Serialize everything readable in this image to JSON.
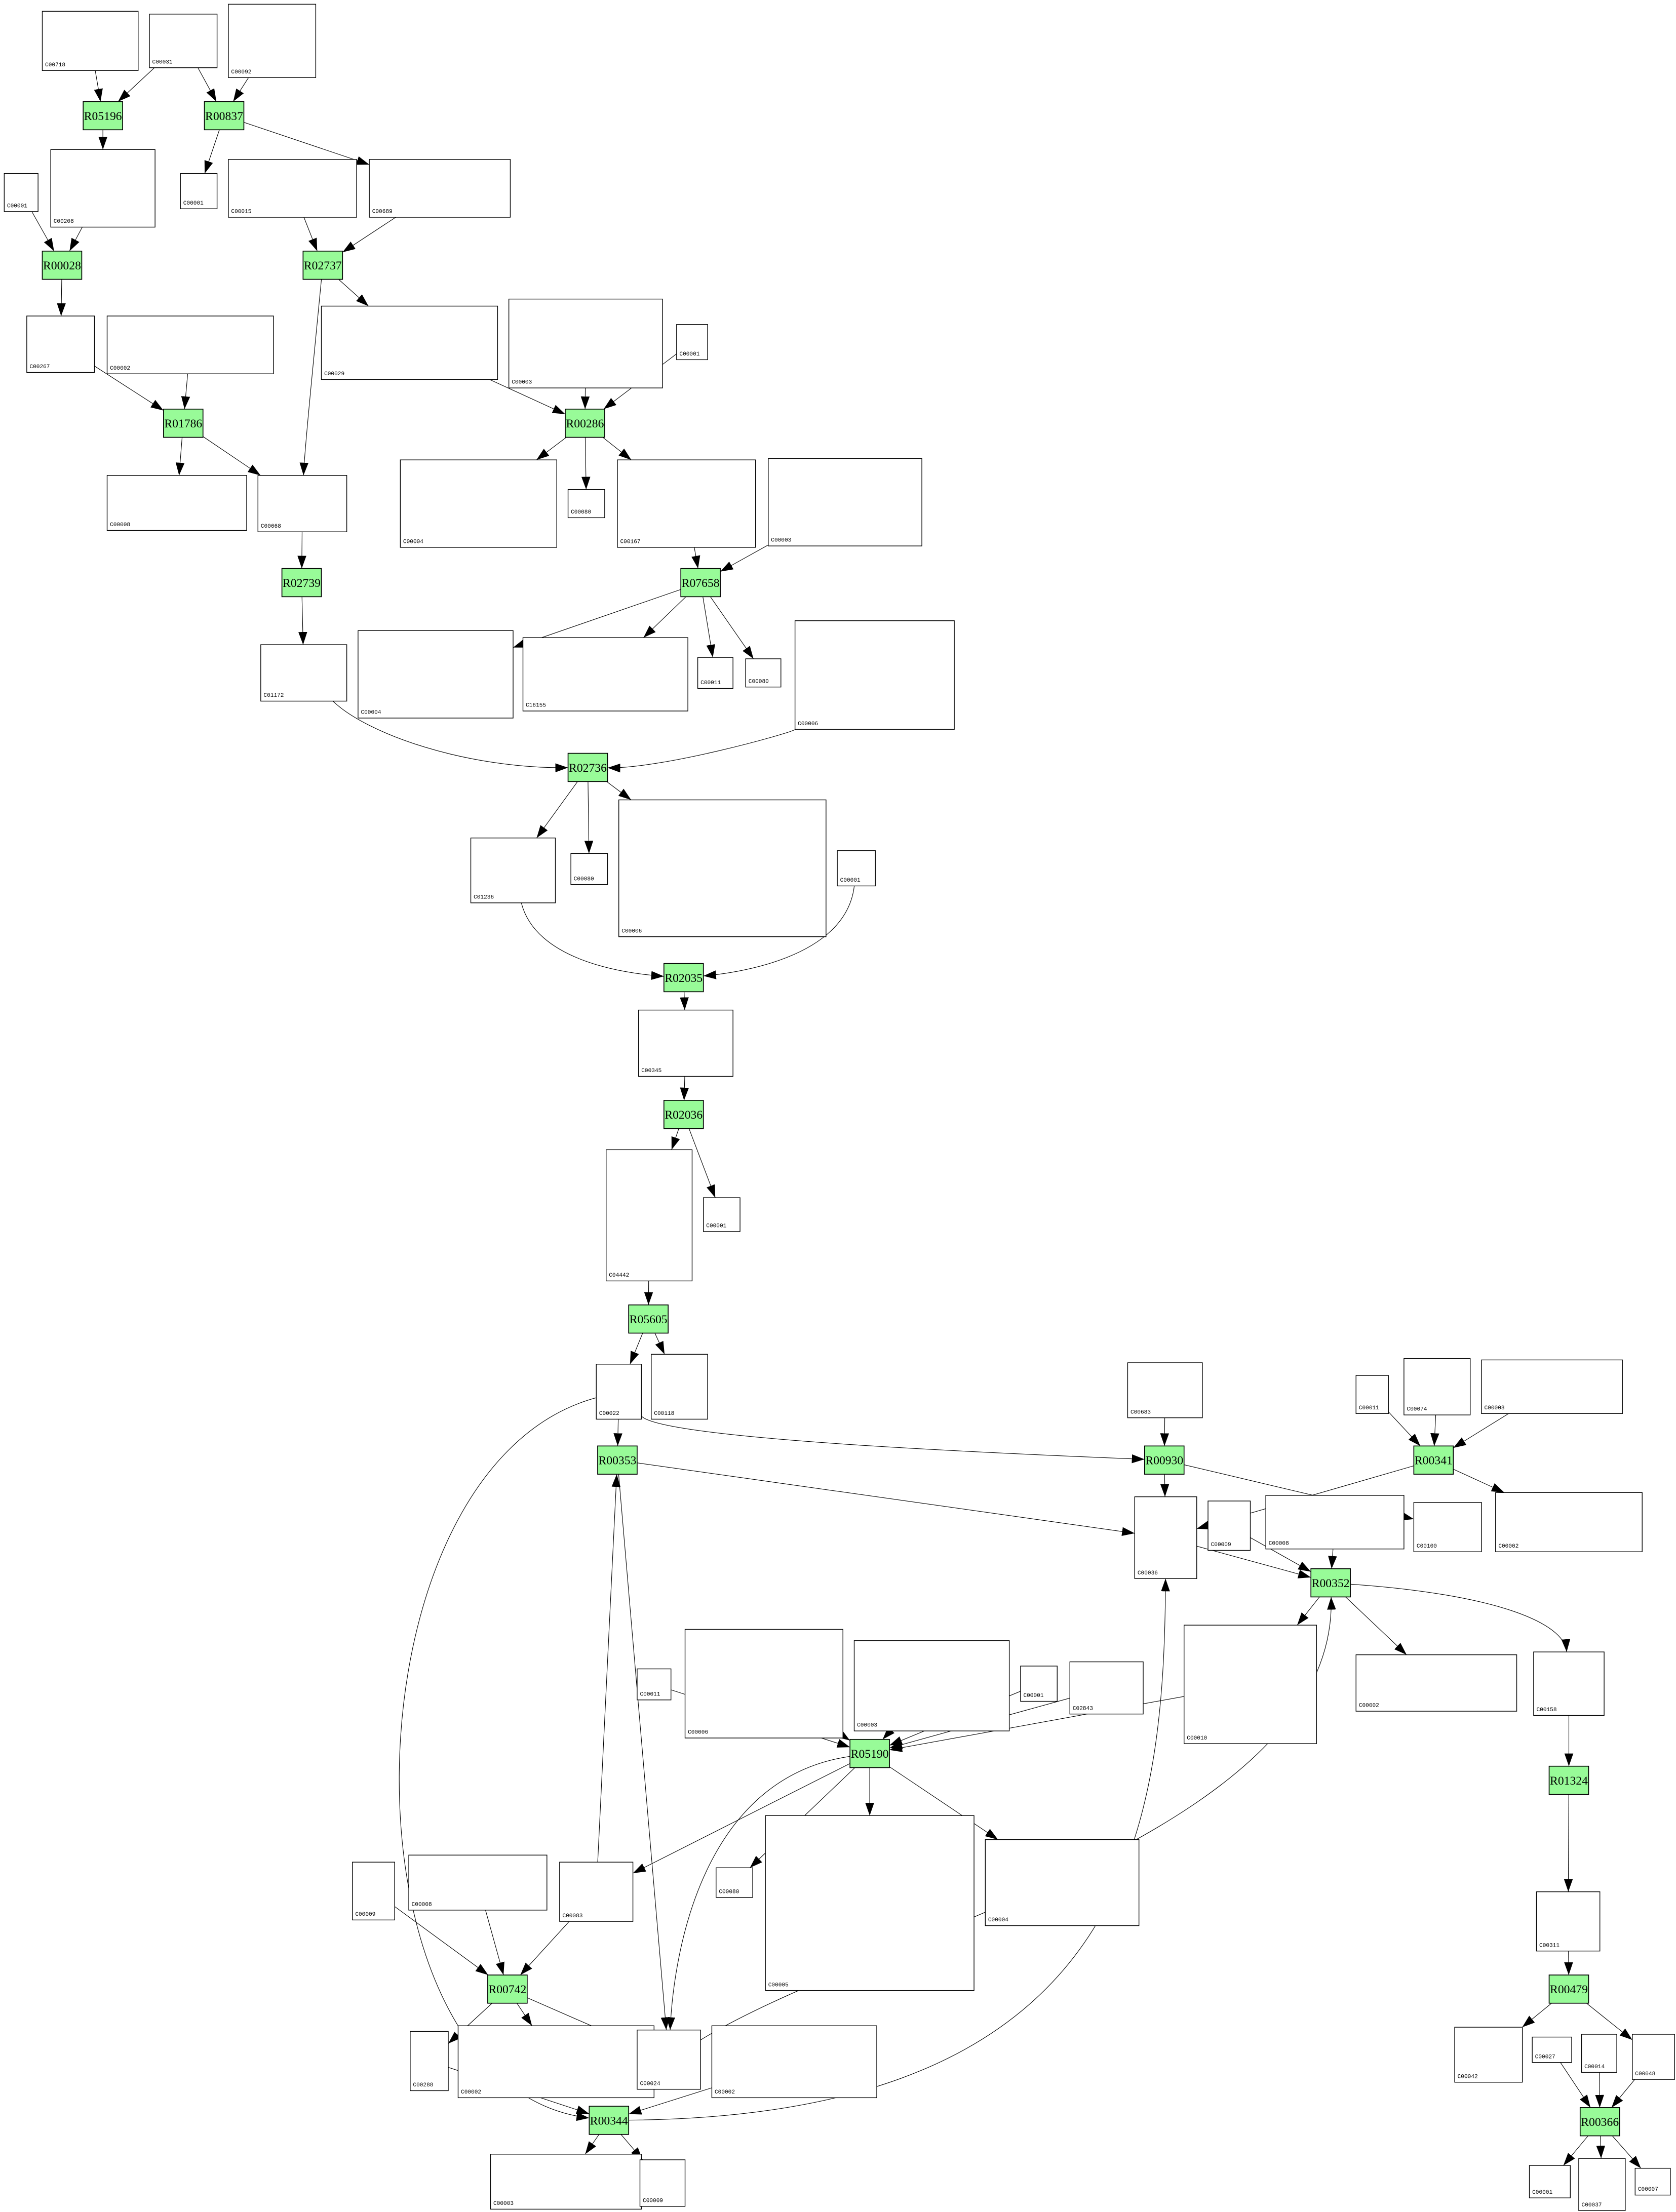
{
  "colors": {
    "reaction_fill": "#98fb98",
    "compound_fill": "#ffffff",
    "edge": "#000000"
  },
  "nodes": [
    {
      "kind": "compound",
      "label": "C00718"
    },
    {
      "kind": "compound",
      "label": "C00031"
    },
    {
      "kind": "compound",
      "label": "C00092"
    },
    {
      "kind": "reaction",
      "label": "R05196"
    },
    {
      "kind": "reaction",
      "label": "R00837"
    },
    {
      "kind": "compound",
      "label": "C00208"
    },
    {
      "kind": "compound",
      "label": "C00001"
    },
    {
      "kind": "compound",
      "label": "C00001"
    },
    {
      "kind": "compound",
      "label": "C00015"
    },
    {
      "kind": "compound",
      "label": "C00689"
    },
    {
      "kind": "reaction",
      "label": "R00028"
    },
    {
      "kind": "reaction",
      "label": "R02737"
    },
    {
      "kind": "compound",
      "label": "C00267"
    },
    {
      "kind": "compound",
      "label": "C00002"
    },
    {
      "kind": "compound",
      "label": "C00029"
    },
    {
      "kind": "compound",
      "label": "C00003"
    },
    {
      "kind": "compound",
      "label": "C00001"
    },
    {
      "kind": "reaction",
      "label": "R01786"
    },
    {
      "kind": "reaction",
      "label": "R00286"
    },
    {
      "kind": "compound",
      "label": "C00008"
    },
    {
      "kind": "compound",
      "label": "C00668"
    },
    {
      "kind": "compound",
      "label": "C00004"
    },
    {
      "kind": "compound",
      "label": "C00080"
    },
    {
      "kind": "compound",
      "label": "C00167"
    },
    {
      "kind": "compound",
      "label": "C00003"
    },
    {
      "kind": "reaction",
      "label": "R02739"
    },
    {
      "kind": "reaction",
      "label": "R07658"
    },
    {
      "kind": "compound",
      "label": "C01172"
    },
    {
      "kind": "compound",
      "label": "C00004"
    },
    {
      "kind": "compound",
      "label": "C16155"
    },
    {
      "kind": "compound",
      "label": "C00011"
    },
    {
      "kind": "compound",
      "label": "C00080"
    },
    {
      "kind": "compound",
      "label": "C00006"
    },
    {
      "kind": "reaction",
      "label": "R02736"
    },
    {
      "kind": "compound",
      "label": "C01236"
    },
    {
      "kind": "compound",
      "label": "C00080"
    },
    {
      "kind": "compound",
      "label": "C00006"
    },
    {
      "kind": "compound",
      "label": "C00001"
    },
    {
      "kind": "reaction",
      "label": "R02035"
    },
    {
      "kind": "compound",
      "label": "C00345"
    },
    {
      "kind": "reaction",
      "label": "R02036"
    },
    {
      "kind": "compound",
      "label": "C04442"
    },
    {
      "kind": "compound",
      "label": "C00001"
    },
    {
      "kind": "reaction",
      "label": "R05605"
    },
    {
      "kind": "compound",
      "label": "C00022"
    },
    {
      "kind": "compound",
      "label": "C00118"
    },
    {
      "kind": "compound",
      "label": "C00683"
    },
    {
      "kind": "compound",
      "label": "C00011"
    },
    {
      "kind": "compound",
      "label": "C00074"
    },
    {
      "kind": "compound",
      "label": "C00008"
    },
    {
      "kind": "reaction",
      "label": "R00353"
    },
    {
      "kind": "reaction",
      "label": "R00930"
    },
    {
      "kind": "reaction",
      "label": "R00341"
    },
    {
      "kind": "compound",
      "label": "C00036"
    },
    {
      "kind": "compound",
      "label": "C00009"
    },
    {
      "kind": "compound",
      "label": "C00008"
    },
    {
      "kind": "compound",
      "label": "C00100"
    },
    {
      "kind": "compound",
      "label": "C00002"
    },
    {
      "kind": "reaction",
      "label": "R00352"
    },
    {
      "kind": "compound",
      "label": "C00006"
    },
    {
      "kind": "compound",
      "label": "C00003"
    },
    {
      "kind": "compound",
      "label": "C00011"
    },
    {
      "kind": "compound",
      "label": "C00001"
    },
    {
      "kind": "compound",
      "label": "C02843"
    },
    {
      "kind": "compound",
      "label": "C00010"
    },
    {
      "kind": "compound",
      "label": "C00002"
    },
    {
      "kind": "compound",
      "label": "C00158"
    },
    {
      "kind": "reaction",
      "label": "R05190"
    },
    {
      "kind": "reaction",
      "label": "R01324"
    },
    {
      "kind": "compound",
      "label": "C00009"
    },
    {
      "kind": "compound",
      "label": "C00008"
    },
    {
      "kind": "compound",
      "label": "C00083"
    },
    {
      "kind": "compound",
      "label": "C00080"
    },
    {
      "kind": "compound",
      "label": "C00005"
    },
    {
      "kind": "compound",
      "label": "C00004"
    },
    {
      "kind": "compound",
      "label": "C00311"
    },
    {
      "kind": "reaction",
      "label": "R00742"
    },
    {
      "kind": "reaction",
      "label": "R00479"
    },
    {
      "kind": "compound",
      "label": "C00288"
    },
    {
      "kind": "compound",
      "label": "C00002"
    },
    {
      "kind": "compound",
      "label": "C00024"
    },
    {
      "kind": "compound",
      "label": "C00002"
    },
    {
      "kind": "compound",
      "label": "C00042"
    },
    {
      "kind": "compound",
      "label": "C00027"
    },
    {
      "kind": "compound",
      "label": "C00014"
    },
    {
      "kind": "compound",
      "label": "C00048"
    },
    {
      "kind": "reaction",
      "label": "R00344"
    },
    {
      "kind": "reaction",
      "label": "R00366"
    },
    {
      "kind": "compound",
      "label": "C00003"
    },
    {
      "kind": "compound",
      "label": "C00009"
    },
    {
      "kind": "compound",
      "label": "C00001"
    },
    {
      "kind": "compound",
      "label": "C00037"
    },
    {
      "kind": "compound",
      "label": "C00007"
    }
  ],
  "edges": [
    [
      0,
      3
    ],
    [
      1,
      3
    ],
    [
      1,
      4
    ],
    [
      2,
      4
    ],
    [
      3,
      5
    ],
    [
      4,
      7
    ],
    [
      4,
      9
    ],
    [
      6,
      10
    ],
    [
      5,
      10
    ],
    [
      8,
      11
    ],
    [
      9,
      11
    ],
    [
      10,
      12
    ],
    [
      11,
      20
    ],
    [
      11,
      14
    ],
    [
      12,
      17
    ],
    [
      13,
      17
    ],
    [
      14,
      18
    ],
    [
      15,
      18
    ],
    [
      16,
      18
    ],
    [
      17,
      19
    ],
    [
      17,
      20
    ],
    [
      18,
      21
    ],
    [
      18,
      22
    ],
    [
      18,
      23
    ],
    [
      20,
      25
    ],
    [
      23,
      26
    ],
    [
      24,
      26
    ],
    [
      25,
      27
    ],
    [
      26,
      28
    ],
    [
      26,
      29
    ],
    [
      26,
      30
    ],
    [
      26,
      31
    ],
    [
      27,
      33
    ],
    [
      32,
      33
    ],
    [
      33,
      34
    ],
    [
      33,
      35
    ],
    [
      33,
      36
    ],
    [
      34,
      38
    ],
    [
      37,
      38
    ],
    [
      38,
      39
    ],
    [
      39,
      40
    ],
    [
      40,
      41
    ],
    [
      40,
      42
    ],
    [
      41,
      43
    ],
    [
      43,
      44
    ],
    [
      43,
      45
    ],
    [
      44,
      50
    ],
    [
      44,
      51
    ],
    [
      44,
      86
    ],
    [
      46,
      51
    ],
    [
      47,
      52
    ],
    [
      48,
      52
    ],
    [
      49,
      52
    ],
    [
      50,
      53
    ],
    [
      51,
      53
    ],
    [
      51,
      56
    ],
    [
      52,
      53
    ],
    [
      52,
      57
    ],
    [
      53,
      58
    ],
    [
      54,
      58
    ],
    [
      55,
      58
    ],
    [
      80,
      58
    ],
    [
      58,
      64
    ],
    [
      58,
      65
    ],
    [
      58,
      66
    ],
    [
      66,
      68
    ],
    [
      68,
      75
    ],
    [
      75,
      77
    ],
    [
      77,
      82
    ],
    [
      77,
      85
    ],
    [
      83,
      87
    ],
    [
      84,
      87
    ],
    [
      85,
      87
    ],
    [
      87,
      90
    ],
    [
      87,
      91
    ],
    [
      87,
      92
    ],
    [
      61,
      67
    ],
    [
      59,
      67
    ],
    [
      60,
      67
    ],
    [
      62,
      67
    ],
    [
      63,
      67
    ],
    [
      64,
      67
    ],
    [
      67,
      71
    ],
    [
      67,
      72
    ],
    [
      67,
      73
    ],
    [
      67,
      74
    ],
    [
      67,
      80
    ],
    [
      71,
      50
    ],
    [
      50,
      80
    ],
    [
      69,
      76
    ],
    [
      70,
      76
    ],
    [
      71,
      76
    ],
    [
      76,
      78
    ],
    [
      76,
      79
    ],
    [
      76,
      80
    ],
    [
      78,
      86
    ],
    [
      81,
      86
    ],
    [
      86,
      88
    ],
    [
      86,
      89
    ],
    [
      86,
      53
    ]
  ]
}
